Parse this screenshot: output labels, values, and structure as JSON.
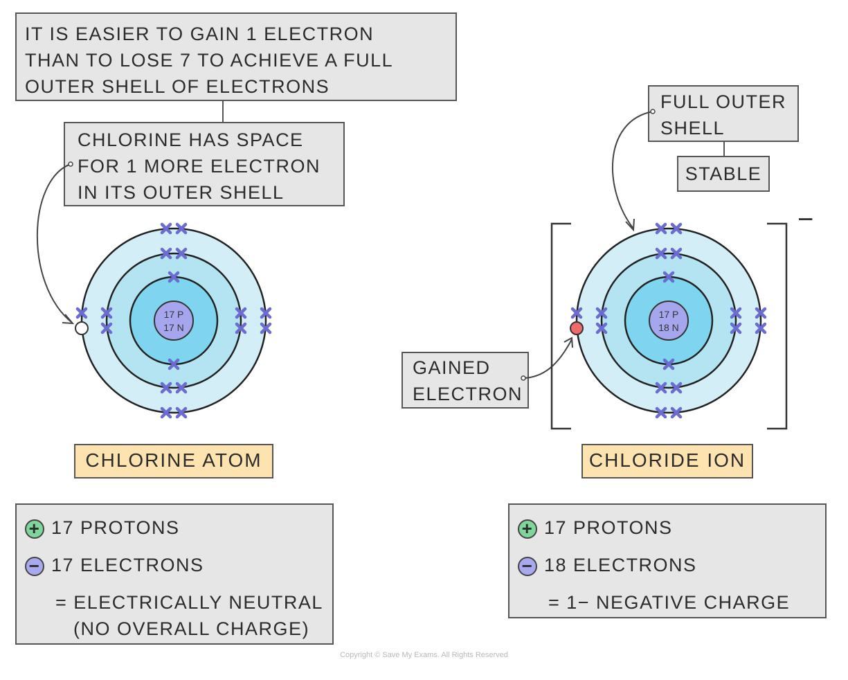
{
  "top_note": {
    "lines": [
      "IT IS EASIER TO GAIN 1 ELECTRON",
      "THAN TO LOSE 7 TO ACHIEVE A FULL",
      "OUTER SHELL OF ELECTRONS"
    ]
  },
  "chlorine_note": {
    "lines": [
      "CHLORINE HAS SPACE",
      "FOR 1 MORE ELECTRON",
      "IN ITS OUTER SHELL"
    ]
  },
  "full_shell_note": {
    "lines": [
      "FULL OUTER",
      "SHELL"
    ]
  },
  "stable_label": "STABLE",
  "gained_note": {
    "lines": [
      "GAINED",
      "ELECTRON"
    ]
  },
  "atom": {
    "nucleus_line1": "17 P",
    "nucleus_line2": "17 N",
    "name": "CHLORINE ATOM",
    "protons": "17 PROTONS",
    "electrons": "17 ELECTRONS",
    "result_line1": "= ELECTRICALLY NEUTRAL",
    "result_line2": "(NO OVERALL CHARGE)"
  },
  "ion": {
    "nucleus_line1": "17 P",
    "nucleus_line2": "18 N",
    "name": "CHLORIDE ION",
    "charge": "−",
    "protons": "17 PROTONS",
    "electrons": "18 ELECTRONS",
    "result_line1": "= 1− NEGATIVE CHARGE"
  },
  "signs": {
    "plus": "+",
    "minus": "−"
  },
  "copyright": "Copyright © Save My Exams. All Rights Reserved",
  "colors": {
    "nucleus": "#a6a6ee",
    "inner_shell": "#7fd4ef",
    "middle_shell": "#b4e3f2",
    "outer_shell": "#d3eef6",
    "electron_cross": "#6b6bd0",
    "missing_electron": "#ffffff",
    "gained_electron": "#ef6b6b",
    "label_fill": "#fde3b0",
    "proton_sign": "#7fd69b",
    "electron_sign": "#a9a9f0"
  }
}
